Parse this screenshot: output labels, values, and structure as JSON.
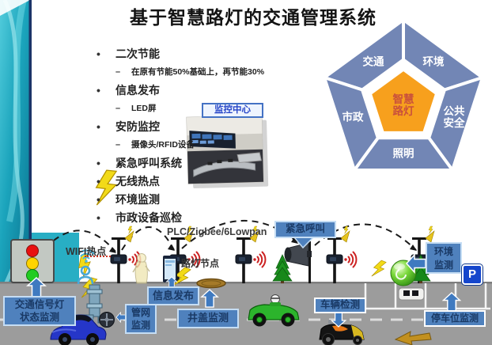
{
  "slide": {
    "title": "基于智慧路灯的交通管理系统",
    "colors": {
      "sidebar_teal": "#1ba4bc",
      "callout_blue": "#4f81bd",
      "callout_text": "#1a3a66",
      "pentagon_segment": "#7286b5",
      "pentagon_center": "#f7a01d",
      "road_gray": "#9c9c9c"
    }
  },
  "bullets": {
    "items": [
      {
        "level": 1,
        "text": "二次节能"
      },
      {
        "level": 2,
        "text": "在原有节能50%基础上，再节能30%"
      },
      {
        "level": 1,
        "text": "信息发布"
      },
      {
        "level": 2,
        "text": "LED屏"
      },
      {
        "level": 1,
        "text": "安防监控"
      },
      {
        "level": 2,
        "text": "摄像头/RFID设备"
      },
      {
        "level": 1,
        "text": "紧急呼叫系统"
      },
      {
        "level": 1,
        "text": "无线热点"
      },
      {
        "level": 1,
        "text": "环境监测"
      },
      {
        "level": 1,
        "text": "市政设备巡检"
      }
    ]
  },
  "monitoring_center": {
    "label": "监控中心"
  },
  "pentagon": {
    "center": "智慧\n路灯",
    "segments": [
      "交通",
      "环境",
      "公共\n安全",
      "照明",
      "市政"
    ]
  },
  "street": {
    "wifi_hotspot": "WIFI热点",
    "protocol": "PLC/Zigbee/6Lowpan",
    "lamp_node": "路灯节点",
    "callouts": {
      "traffic_signal": "交通信号灯\n状态监测",
      "pipe_network": "管网\n监测",
      "info_publish": "信息发布",
      "manhole": "井盖监测",
      "emergency_call": "紧急呼叫",
      "environment": "环境\n监测",
      "vehicle_detect": "车辆检测",
      "parking_detect": "停车位监测",
      "parking_sign": "P"
    }
  }
}
